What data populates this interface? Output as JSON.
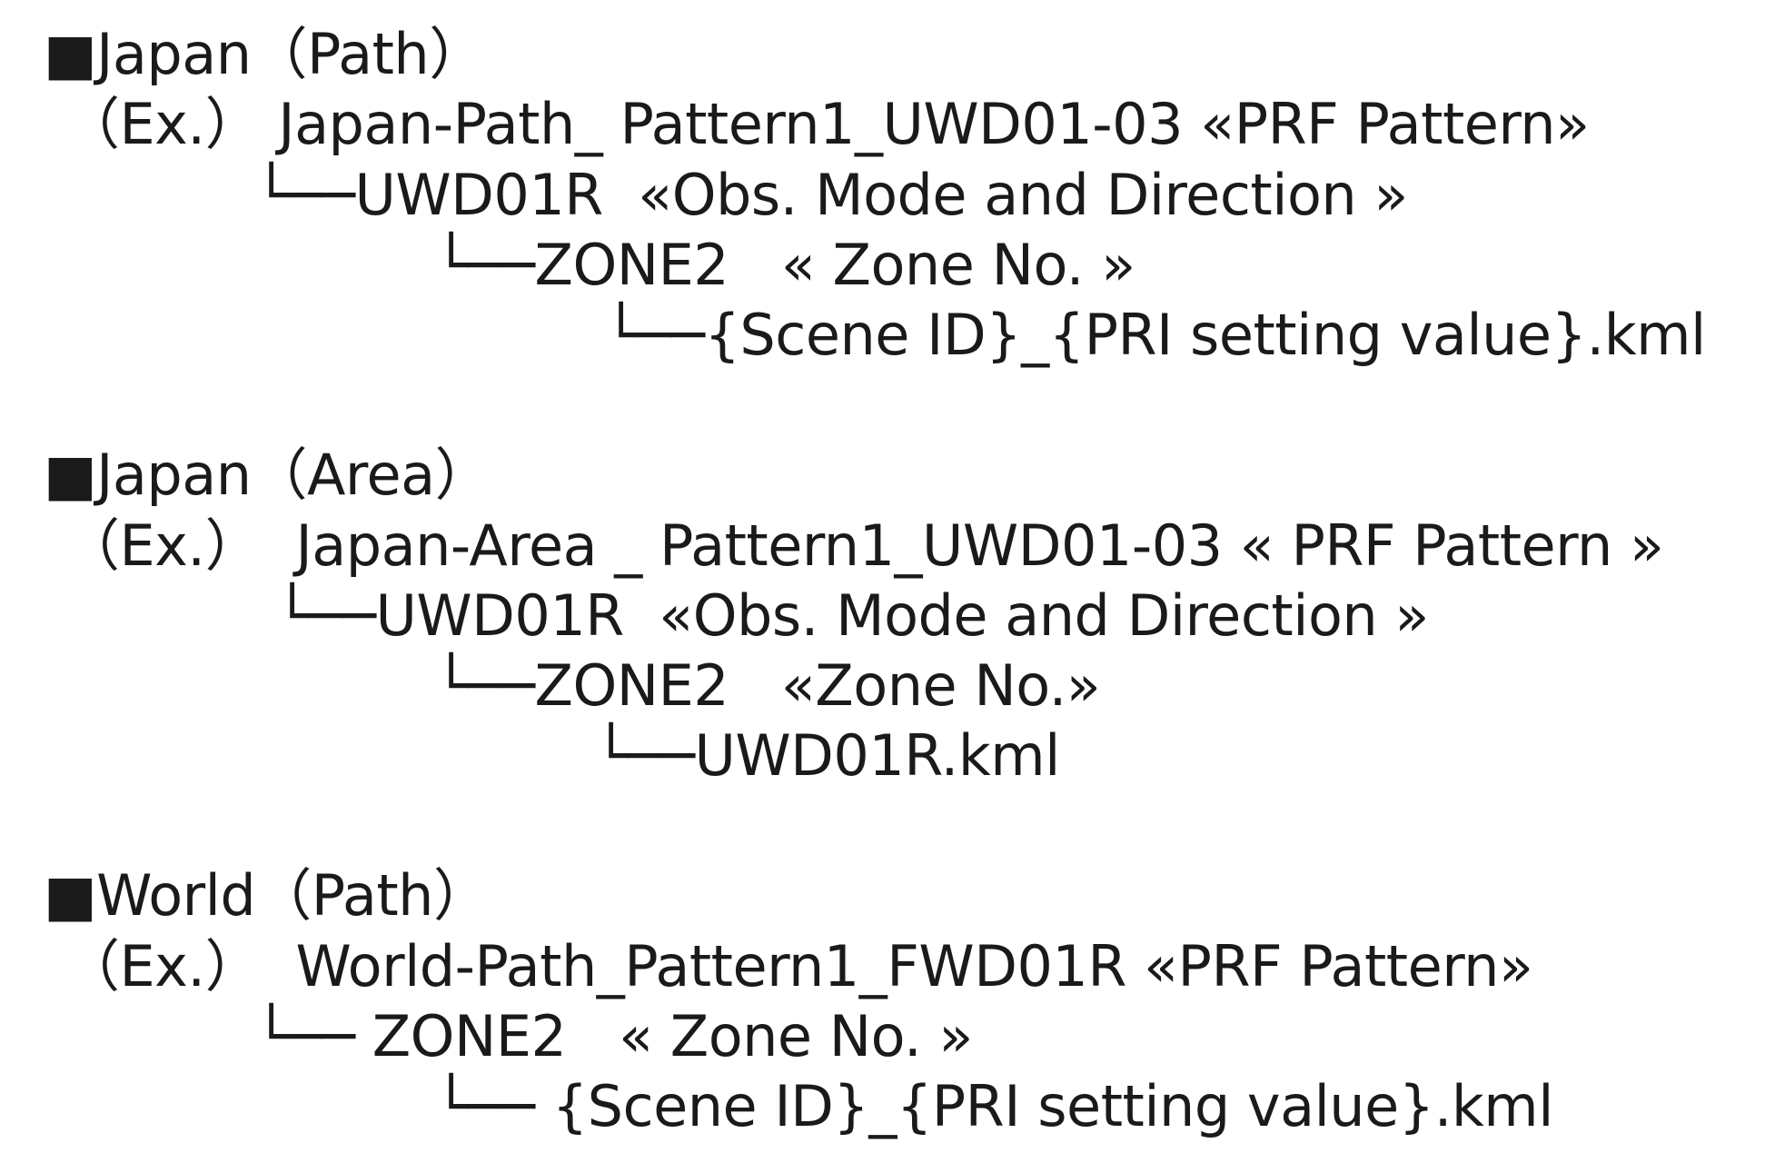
{
  "sections": [
    {
      "heading": "■Japan（Path）",
      "example": "（Ex.） Japan-Path_ Pattern1_UWD01-03 «PRF Pattern»",
      "tree": [
        "└──UWD01R  «Obs. Mode and Direction »",
        "└──ZONE2   « Zone No. »",
        "└──{Scene ID}_{PRI setting value}.kml"
      ]
    },
    {
      "heading": "■Japan（Area）",
      "example": "（Ex.）  Japan-Area _ Pattern1_UWD01-03 « PRF Pattern »",
      "tree": [
        "└──UWD01R  «Obs. Mode and Direction »",
        "└──ZONE2   «Zone No.»",
        "└──UWD01R.kml"
      ]
    },
    {
      "heading": "■World（Path）",
      "example": "（Ex.）  World-Path_Pattern1_FWD01R «PRF Pattern»",
      "tree": [
        "└── ZONE2   « Zone No. »",
        "└── {Scene ID}_{PRI setting value}.kml"
      ]
    }
  ]
}
